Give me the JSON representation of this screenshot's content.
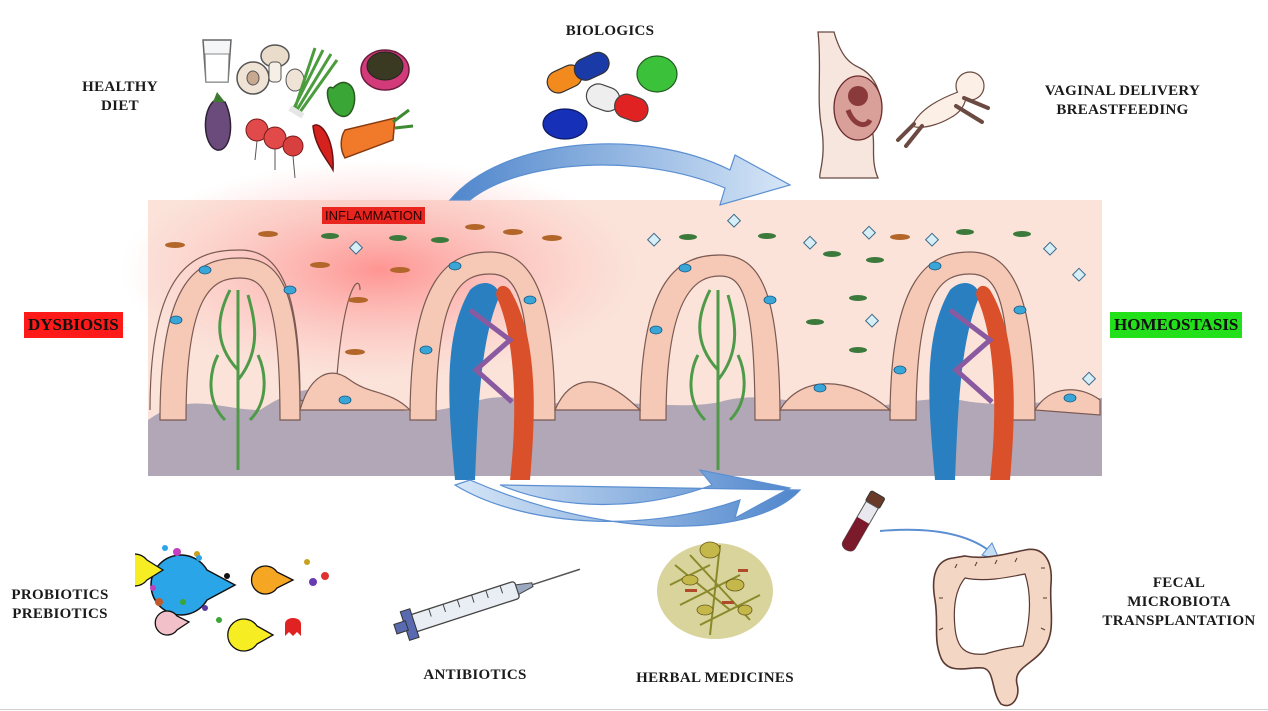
{
  "labels": {
    "healthy_diet": [
      "HEALTHY",
      "DIET"
    ],
    "biologics": "BIOLOGICS",
    "vaginal_delivery": [
      "VAGINAL DELIVERY",
      "BREASTFEEDING"
    ],
    "dysbiosis": "DYSBIOSIS",
    "homeostasis": "HOMEOSTASIS",
    "inflammation": "INFLAMMATION",
    "probiotics": [
      "PROBIOTICS",
      "PREBIOTICS"
    ],
    "antibiotics": "ANTIBIOTICS",
    "herbal_medicines": "HERBAL MEDICINES",
    "fecal": [
      "FECAL",
      "MICROBIOTA",
      "TRANSPLANTATION"
    ]
  },
  "colors": {
    "dysbiosis_bg": "#ff1a1a",
    "homeostasis_bg": "#22e01a",
    "inflammation_bg": "#e8251f",
    "tissue_bg": "#fbe3da",
    "lamina": "#b1a7b7",
    "arrow_light": "#c6def5",
    "arrow_dark": "#5b8fd1"
  },
  "icons": [
    "vegetables-icon",
    "capsules-icon",
    "pregnancy-icon",
    "infant-icon",
    "pacman-icon",
    "syringe-icon",
    "herbs-icon",
    "test-tube-icon",
    "colon-icon"
  ]
}
